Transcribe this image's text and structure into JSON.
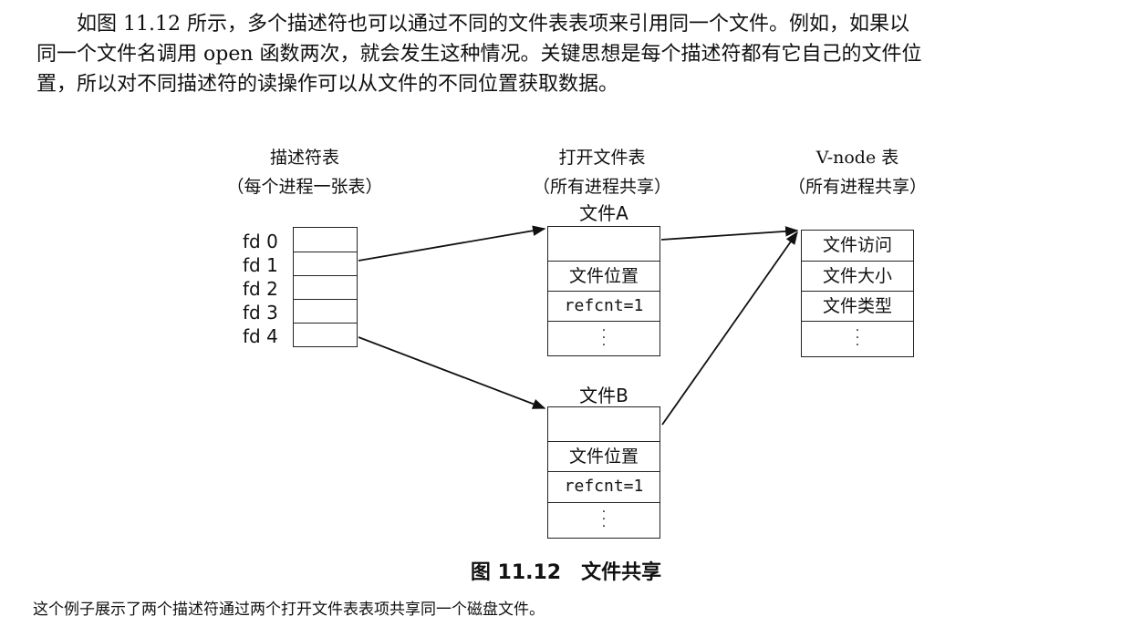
{
  "paragraph": {
    "line1": "如图 11.12 所示，多个描述符也可以通过不同的文件表表项来引用同一个文件。例如，如果以",
    "line2": "同一个文件名调用 open 函数两次，就会发生这种情况。关键思想是每个描述符都有它自己的文件位",
    "line3": "置，所以对不同描述符的读操作可以从文件的不同位置获取数据。"
  },
  "descriptor_table": {
    "title": "描述符表",
    "subtitle": "（每个进程一张表）",
    "rows": [
      "fd 0",
      "fd 1",
      "fd 2",
      "fd 3",
      "fd 4"
    ]
  },
  "open_file_table": {
    "title": "打开文件表",
    "subtitle": "（所有进程共享）",
    "file_a": {
      "label": "文件A",
      "position": "文件位置",
      "refcnt": "refcnt=1"
    },
    "file_b": {
      "label": "文件B",
      "position": "文件位置",
      "refcnt": "refcnt=1"
    }
  },
  "vnode_table": {
    "title": "V-node 表",
    "subtitle": "（所有进程共享）",
    "access": "文件访问",
    "size": "文件大小",
    "type": "文件类型"
  },
  "caption": {
    "number": "图 11.12",
    "text": "文件共享"
  },
  "note": "这个例子展示了两个描述符通过两个打开文件表表项共享同一个磁盘文件。"
}
